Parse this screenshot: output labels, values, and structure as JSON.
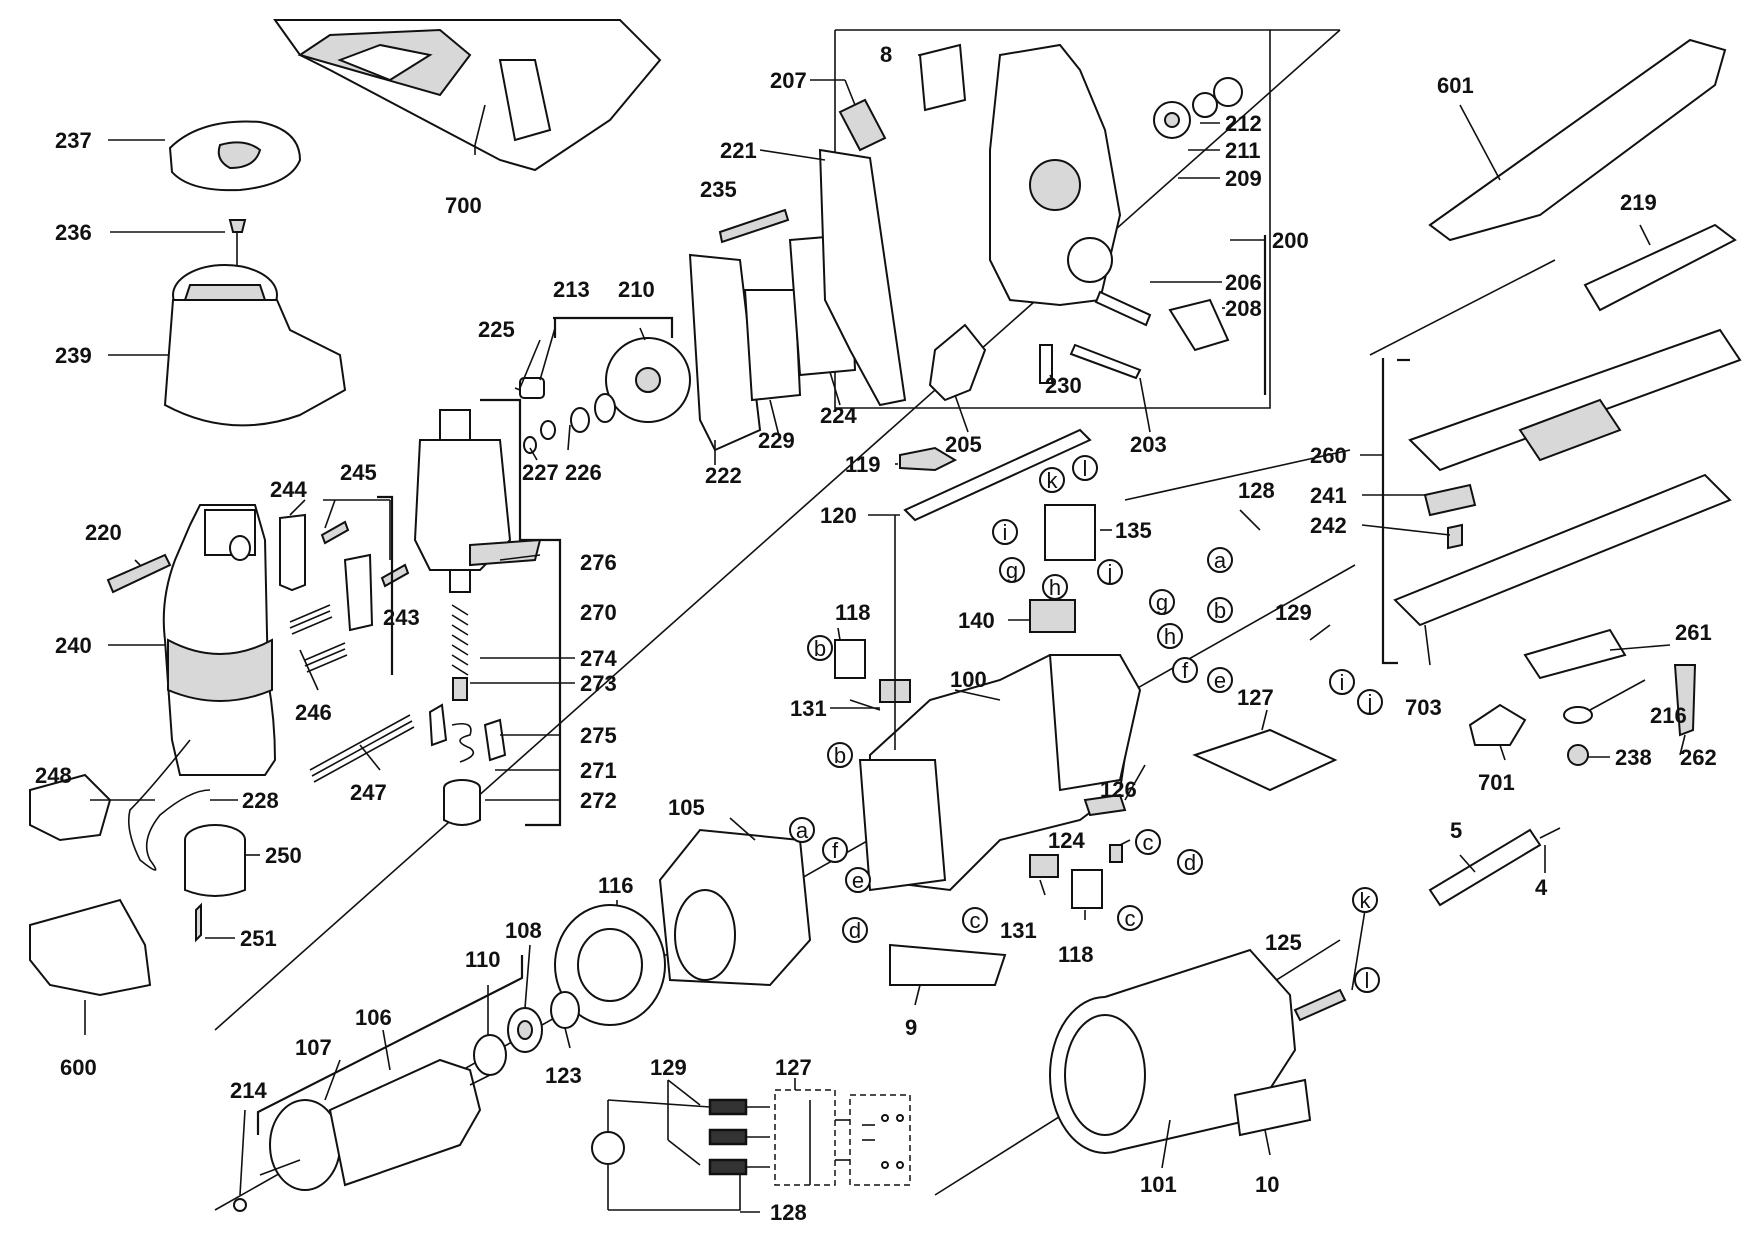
{
  "part_numbers": {
    "p4": "4",
    "p5": "5",
    "p8": "8",
    "p9": "9",
    "p10": "10",
    "p100": "100",
    "p101": "101",
    "p105": "105",
    "p106": "106",
    "p107": "107",
    "p108": "108",
    "p110": "110",
    "p116": "116",
    "p118a": "118",
    "p118b": "118",
    "p119": "119",
    "p120": "120",
    "p123": "123",
    "p124": "124",
    "p125": "125",
    "p126": "126",
    "p127a": "127",
    "p127b": "127",
    "p128a": "128",
    "p128b": "128",
    "p129a": "129",
    "p129b": "129",
    "p131a": "131",
    "p131b": "131",
    "p135": "135",
    "p140": "140",
    "p200": "200",
    "p203": "203",
    "p205": "205",
    "p206": "206",
    "p207": "207",
    "p208": "208",
    "p209": "209",
    "p210": "210",
    "p211": "211",
    "p212": "212",
    "p213": "213",
    "p214": "214",
    "p216": "216",
    "p219": "219",
    "p220": "220",
    "p221": "221",
    "p222": "222",
    "p224": "224",
    "p225": "225",
    "p226": "226",
    "p227": "227",
    "p228": "228",
    "p229": "229",
    "p230": "230",
    "p235": "235",
    "p236": "236",
    "p237": "237",
    "p238": "238",
    "p239": "239",
    "p240": "240",
    "p241": "241",
    "p242": "242",
    "p243": "243",
    "p244": "244",
    "p245": "245",
    "p246": "246",
    "p247": "247",
    "p248": "248",
    "p250": "250",
    "p251": "251",
    "p260": "260",
    "p261": "261",
    "p262": "262",
    "p270": "270",
    "p271": "271",
    "p272": "272",
    "p273": "273",
    "p274": "274",
    "p275": "275",
    "p276": "276",
    "p600": "600",
    "p601": "601",
    "p700": "700",
    "p701": "701",
    "p703": "703"
  },
  "wire_letters": {
    "a": "a",
    "b": "b",
    "c": "c",
    "d": "d",
    "e": "e",
    "f": "f",
    "g": "g",
    "h": "h",
    "i": "i",
    "j": "j",
    "k": "k",
    "l": "l"
  }
}
